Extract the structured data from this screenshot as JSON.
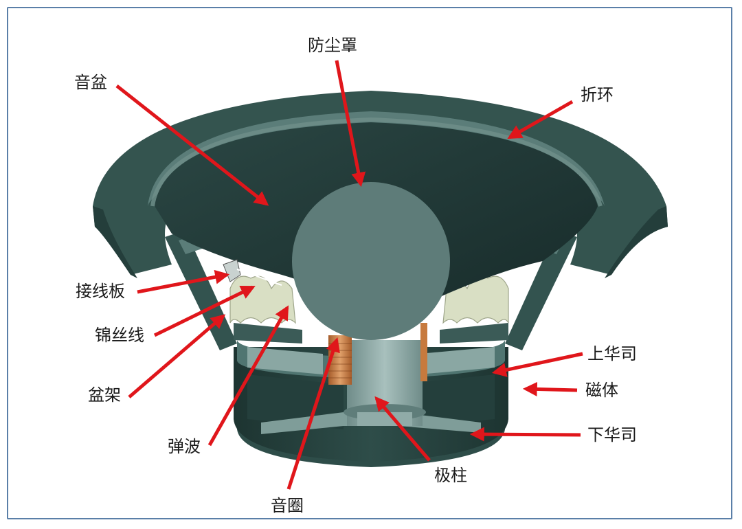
{
  "labels": {
    "dust_cap": "防尘罩",
    "cone": "音盆",
    "surround": "折环",
    "terminal": "接线板",
    "lead_wire": "锦丝线",
    "basket": "盆架",
    "spider": "弹波",
    "voice_coil": "音圈",
    "pole": "极柱",
    "top_plate": "上华司",
    "magnet": "磁体",
    "bottom_plate": "下华司"
  },
  "colors": {
    "arrow": "#e0161b",
    "frame_border": "#5a7fa8",
    "metal_dark": "#2c4a46",
    "metal_mid": "#3f625d",
    "metal_light": "#6f8f8a",
    "cone": "#223a38",
    "dust_cap": "#5e7c79",
    "spider": "#d9dfc4",
    "coil": "#c77a3e"
  }
}
